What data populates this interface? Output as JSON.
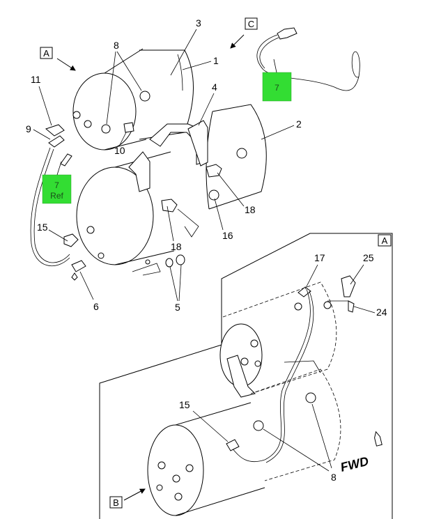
{
  "views": {
    "a": "A",
    "c": "C",
    "b": "B",
    "detail_a": "A"
  },
  "green_labels": {
    "top": "7",
    "left": "7",
    "left_ref": "Ref"
  },
  "fwd_label": "FWD",
  "callouts": {
    "c1": "1",
    "c2": "2",
    "c3": "3",
    "c4": "4",
    "c5": "5",
    "c6": "6",
    "c8_top": "8",
    "c8_bottom": "8",
    "c9": "9",
    "c10": "10",
    "c11": "11",
    "c15_top": "15",
    "c15_bottom": "15",
    "c16": "16",
    "c17": "17",
    "c18_a": "18",
    "c18_b": "18",
    "c24": "24",
    "c25": "25"
  },
  "colors": {
    "green_box": "#33dd33",
    "line": "#000000",
    "background": "#ffffff"
  }
}
